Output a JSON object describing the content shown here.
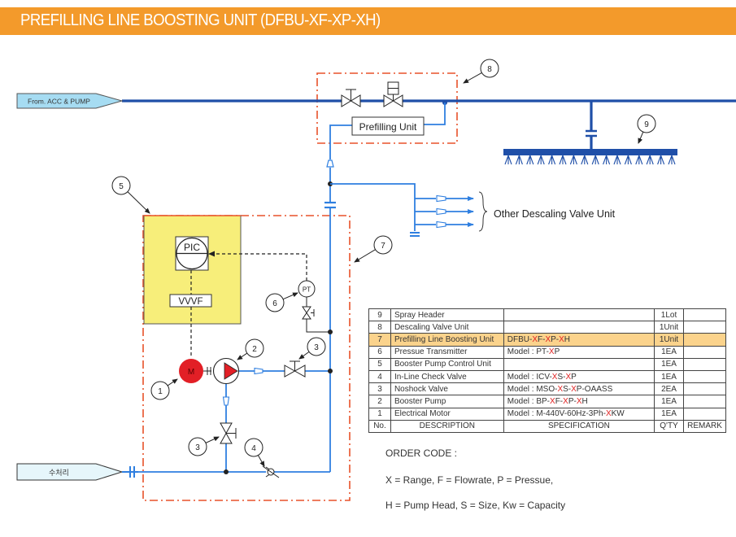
{
  "header": {
    "title": "PREFILLING LINE BOOSTING UNIT (DFBU-XF-XP-XH)",
    "color": "#f39a2b"
  },
  "diagram": {
    "inlet_main": "From. ACC & PUMP",
    "inlet_water": "수처리",
    "prefilling_unit": "Prefilling Unit",
    "pic": "PIC",
    "vvvf": "VVVF",
    "pt": "PT",
    "motor": "M",
    "other_units": "Other Descaling Valve Unit",
    "callouts": [
      "1",
      "2",
      "3",
      "3",
      "4",
      "5",
      "6",
      "7",
      "8",
      "9"
    ],
    "colors": {
      "main_pipe": "#1f4fa8",
      "branch_pipe": "#2f7fe0",
      "boundary": "#e8522a",
      "control_box": "#f7ee7a",
      "motor": "#e21f26",
      "inlet_fill": "#a6dcf2"
    }
  },
  "table": {
    "rows": [
      {
        "no": "9",
        "desc": "Spray Header",
        "spec": [],
        "qty": "1Lot",
        "remark": ""
      },
      {
        "no": "8",
        "desc": "Descaling Valve Unit",
        "spec": [],
        "qty": "1Unit",
        "remark": ""
      },
      {
        "no": "7",
        "desc": "Prefilling Line Boosting Unit",
        "spec": [
          [
            "DFBU-",
            false
          ],
          [
            "X",
            true
          ],
          [
            "F-",
            false
          ],
          [
            "X",
            true
          ],
          [
            "P-",
            false
          ],
          [
            "X",
            true
          ],
          [
            "H",
            false
          ]
        ],
        "qty": "1Unit",
        "remark": "",
        "highlight": true
      },
      {
        "no": "6",
        "desc": "Pressue Transmitter",
        "spec": [
          [
            "Model : PT-",
            false
          ],
          [
            "X",
            true
          ],
          [
            "P",
            false
          ]
        ],
        "qty": "1EA",
        "remark": ""
      },
      {
        "no": "5",
        "desc": "Booster Pump Control Unit",
        "spec": [],
        "qty": "1EA",
        "remark": ""
      },
      {
        "no": "4",
        "desc": "In-Line Check Valve",
        "spec": [
          [
            "Model : ICV-",
            false
          ],
          [
            "X",
            true
          ],
          [
            "S-",
            false
          ],
          [
            "X",
            true
          ],
          [
            "P",
            false
          ]
        ],
        "qty": "1EA",
        "remark": ""
      },
      {
        "no": "3",
        "desc": "Noshock Valve",
        "spec": [
          [
            "Model : MSO-",
            false
          ],
          [
            "X",
            true
          ],
          [
            "S-",
            false
          ],
          [
            "X",
            true
          ],
          [
            "P-OAASS",
            false
          ]
        ],
        "qty": "2EA",
        "remark": ""
      },
      {
        "no": "2",
        "desc": "Booster Pump",
        "spec": [
          [
            "Model : BP-",
            false
          ],
          [
            "X",
            true
          ],
          [
            "F-",
            false
          ],
          [
            "X",
            true
          ],
          [
            "P-",
            false
          ],
          [
            "X",
            true
          ],
          [
            "H",
            false
          ]
        ],
        "qty": "1EA",
        "remark": ""
      },
      {
        "no": "1",
        "desc": "Electrical Motor",
        "spec": [
          [
            "Model : M-440V-60Hz-3Ph-",
            false
          ],
          [
            "X",
            true
          ],
          [
            "KW",
            false
          ]
        ],
        "qty": "1EA",
        "remark": ""
      }
    ],
    "header": {
      "no": "No.",
      "desc": "DESCRIPTION",
      "spec": "SPECIFICATION",
      "qty": "Q'TY",
      "remark": "REMARK"
    },
    "highlight_color": "#fbd38c"
  },
  "order_code": {
    "title": "ORDER CODE :",
    "line1": "X = Range, F = Flowrate, P = Pressue,",
    "line2": "H = Pump Head, S = Size, Kw = Capacity"
  }
}
